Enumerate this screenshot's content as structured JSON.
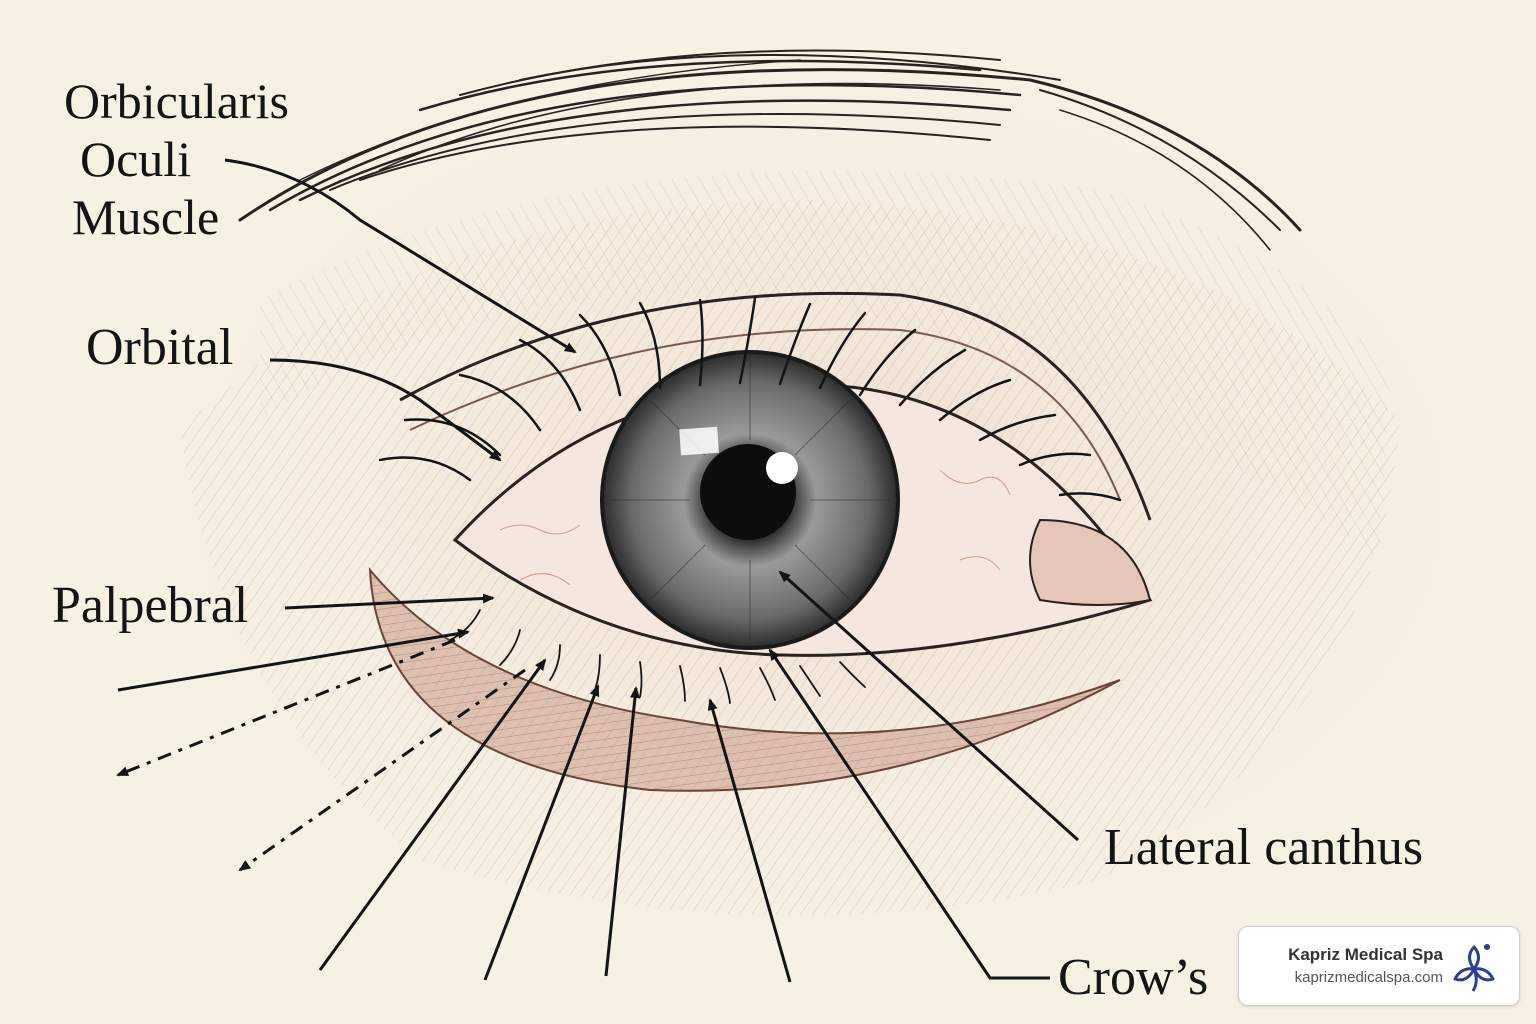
{
  "labels": {
    "orbicularis": [
      "Orbicularis",
      "Oculi",
      "Muscle"
    ],
    "orbital": "Orbital",
    "palpebral": "Palpebral",
    "lateral_canthus": "Lateral canthus",
    "crows": "Crow’s"
  },
  "brand": {
    "name": "Kapriz Medical Spa",
    "url": "kaprizmedicalspa.com",
    "logo_icon": "leaf-flower-logo-icon",
    "logo_color": "#2d3f8f"
  },
  "colors": {
    "background": "#f7f1e3",
    "ink": "#141414",
    "skin_shade": "#9a6a5c",
    "iris": "#6e6e6e"
  }
}
